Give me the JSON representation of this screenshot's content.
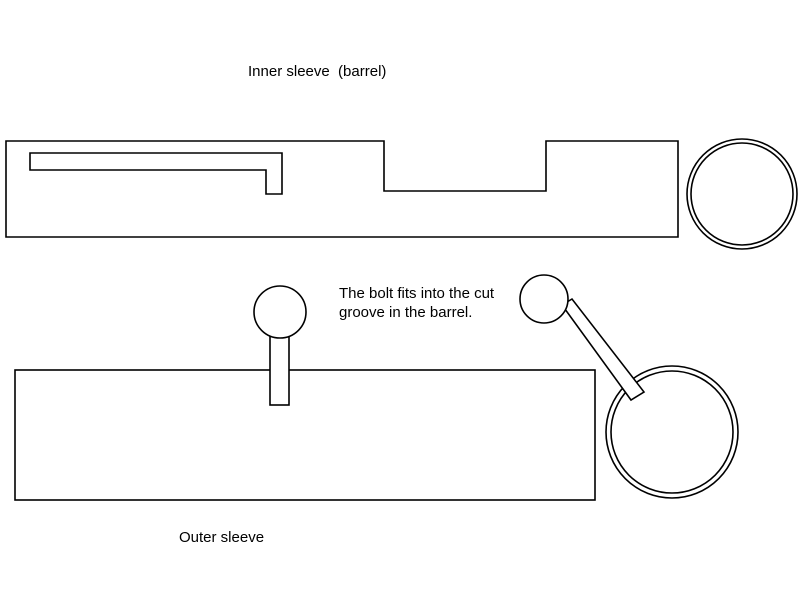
{
  "labels": {
    "inner_sleeve": "Inner sleeve  (barrel)",
    "bolt_note_line1": "The bolt fits into the cut",
    "bolt_note_line2": "groove in the barrel.",
    "outer_sleeve": "Outer sleeve"
  },
  "colors": {
    "stroke": "#000000",
    "fill": "#ffffff"
  }
}
